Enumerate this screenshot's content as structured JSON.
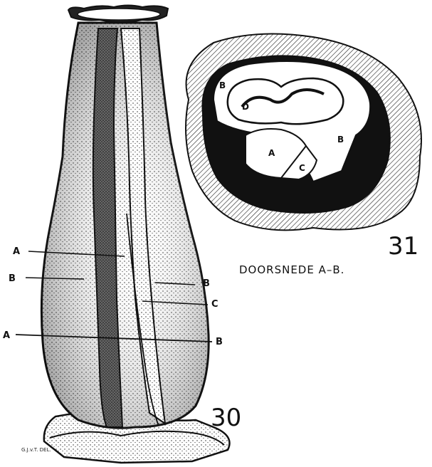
{
  "figure_30": {
    "number": "30",
    "labels": {
      "a": "A",
      "b_left": "B",
      "b_right": "B",
      "c": "C",
      "section_a": "A",
      "section_b": "B"
    },
    "signature": "G.J.v.T. DEL."
  },
  "figure_31": {
    "number": "31",
    "caption": "DOORSNEDE A–B.",
    "labels": {
      "b_top": "B",
      "d": "D",
      "a": "A",
      "b_right": "B",
      "c": "C"
    }
  }
}
